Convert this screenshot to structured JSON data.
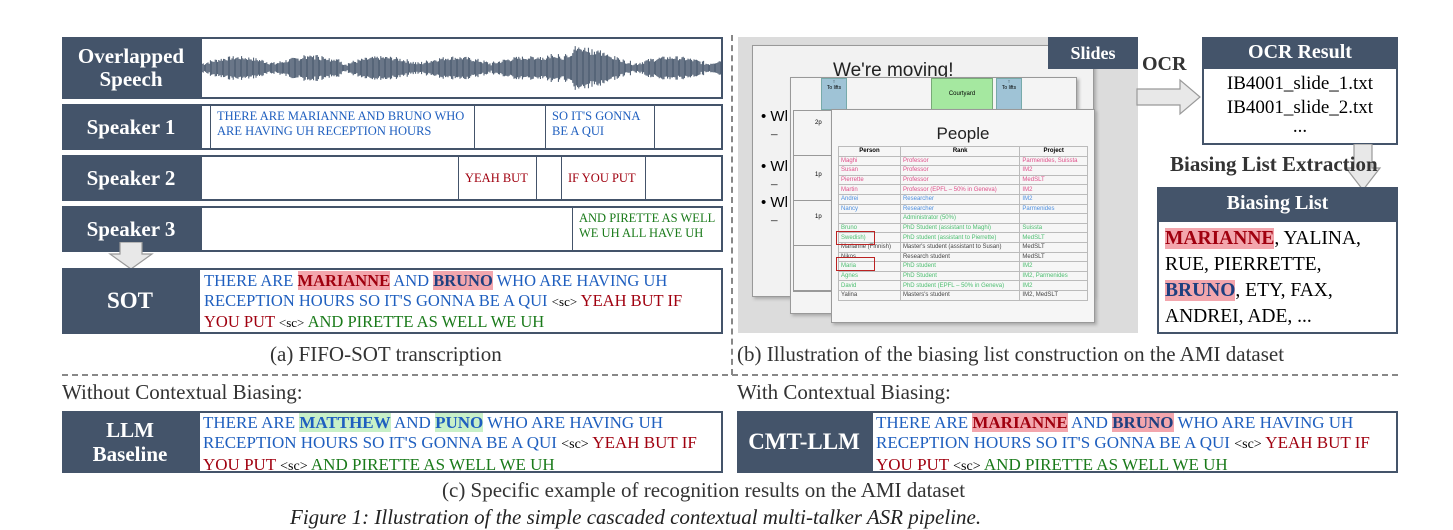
{
  "panel_a": {
    "rows": [
      {
        "label_line1": "Overlapped",
        "label_line2": "Speech"
      },
      {
        "label": "Speaker 1",
        "segments": [
          "THERE ARE MARIANNE AND BRUNO WHO ARE HAVING UH RECEPTION HOURS",
          "SO IT'S GONNA BE A QUI"
        ]
      },
      {
        "label": "Speaker 2",
        "segments": [
          "YEAH BUT",
          "IF YOU PUT"
        ]
      },
      {
        "label": "Speaker 3",
        "segments": [
          "AND PIRETTE AS WELL WE UH ALL HAVE UH"
        ]
      }
    ],
    "sot": {
      "label": "SOT",
      "t1": "THERE ARE ",
      "t2": "MARIANNE",
      "t3": " AND ",
      "t4": "BRUNO",
      "t5": " WHO ARE HAVING UH RECEPTION HOURS SO IT'S GONNA BE A QUI ",
      "sc1": "<sc>",
      "t6": " YEAH BUT IF YOU PUT ",
      "sc2": "<sc>",
      "t7": " AND PIRETTE AS WELL WE UH"
    },
    "caption": "(a) FIFO-SOT transcription"
  },
  "panel_b": {
    "slides_label": "Slides",
    "ocr_label": "OCR",
    "ocr_result_title": "OCR Result",
    "ocr_files": [
      "IB4001_slide_1.txt",
      "IB4001_slide_2.txt",
      "..."
    ],
    "extraction_label": "Biasing List Extraction",
    "biasing_title": "Biasing List",
    "biasing_items": {
      "w1": "MARIANNE",
      "w2": ", YALINA,",
      "w3": "RUE, PIERRETTE,",
      "w4": "BRUNO",
      "w5": ", ETY, FAX,",
      "w6": "ANDREI, ADE, ..."
    },
    "slide_back_title": "We're moving!",
    "slide_back_bullets": [
      "• Wl",
      "• Wl",
      "• Wl"
    ],
    "slide_mid_labels": [
      "To lifts",
      "Courtyard",
      "To lifts"
    ],
    "slide_mid_numbers": [
      "2p",
      "1p",
      "1p"
    ],
    "slide_front_title": "People",
    "people_headers": [
      "Person",
      "Rank",
      "Project"
    ],
    "people_rows": [
      [
        "Maghi",
        "Professor",
        "Parmenides, Suissta",
        "pink"
      ],
      [
        "Susan",
        "Professor",
        "IM2",
        "pink"
      ],
      [
        "Pierrette",
        "Professor",
        "MedSLT",
        "pink"
      ],
      [
        "Martin",
        "Professor (EPFL – 50% in Geneva)",
        "IM2",
        "pink"
      ],
      [
        "Andrei",
        "Researcher",
        "IM2",
        "blue"
      ],
      [
        "Nancy",
        "Researcher",
        "Parmenides",
        "blue"
      ],
      [
        "",
        "Administrator (50%)",
        "",
        "green"
      ],
      [
        "Bruno",
        "PhD Student (assistant to Maghi)",
        "Suissta",
        "green"
      ],
      [
        "Swedish)",
        "PhD student (assistant to Pierrette)",
        "MedSLT",
        "green"
      ],
      [
        "Marianne (Finnish)",
        "Master's student (assistant to Susan)",
        "MedSLT",
        "gray"
      ],
      [
        "Nikos",
        "Research student",
        "MedSLT",
        "gray"
      ],
      [
        "Maria",
        "PhD student",
        "IM2",
        "green"
      ],
      [
        "Agnes",
        "PhD Student",
        "IM2, Parmenides",
        "green"
      ],
      [
        "David",
        "PhD student (EPFL – 50% in Geneva)",
        "IM2",
        "green"
      ],
      [
        "Yalina",
        "Masters's student",
        "IM2, MedSLT",
        "gray"
      ]
    ],
    "caption": "(b) Illustration of the biasing list construction on the AMI dataset"
  },
  "panel_c": {
    "without_label": "Without Contextual Biasing:",
    "with_label": "With Contextual Biasing:",
    "baseline": {
      "label_line1": "LLM",
      "label_line2": "Baseline",
      "t1": "THERE ARE ",
      "t2": "MATTHEW",
      "t3": " AND ",
      "t4": "PUNO",
      "t5": " WHO ARE HAVING UH RECEPTION HOURS SO IT'S GONNA BE A QUI ",
      "sc1": "<sc>",
      "t6": " YEAH BUT IF YOU PUT ",
      "sc2": "<sc>",
      "t7": " AND PIRETTE AS WELL WE UH"
    },
    "cmt": {
      "label": "CMT-LLM",
      "t1": "THERE ARE ",
      "t2": "MARIANNE",
      "t3": " AND ",
      "t4": "BRUNO",
      "t5": " WHO ARE HAVING UH RECEPTION HOURS SO IT'S GONNA BE A QUI ",
      "sc1": "<sc>",
      "t6": " YEAH BUT IF YOU PUT ",
      "sc2": "<sc>",
      "t7": " AND PIRETTE AS WELL WE UH"
    },
    "caption": "(c) Specific example of recognition results on the AMI dataset"
  },
  "figure_caption": "Figure 1: Illustration of the simple cascaded contextual multi-talker ASR pipeline."
}
